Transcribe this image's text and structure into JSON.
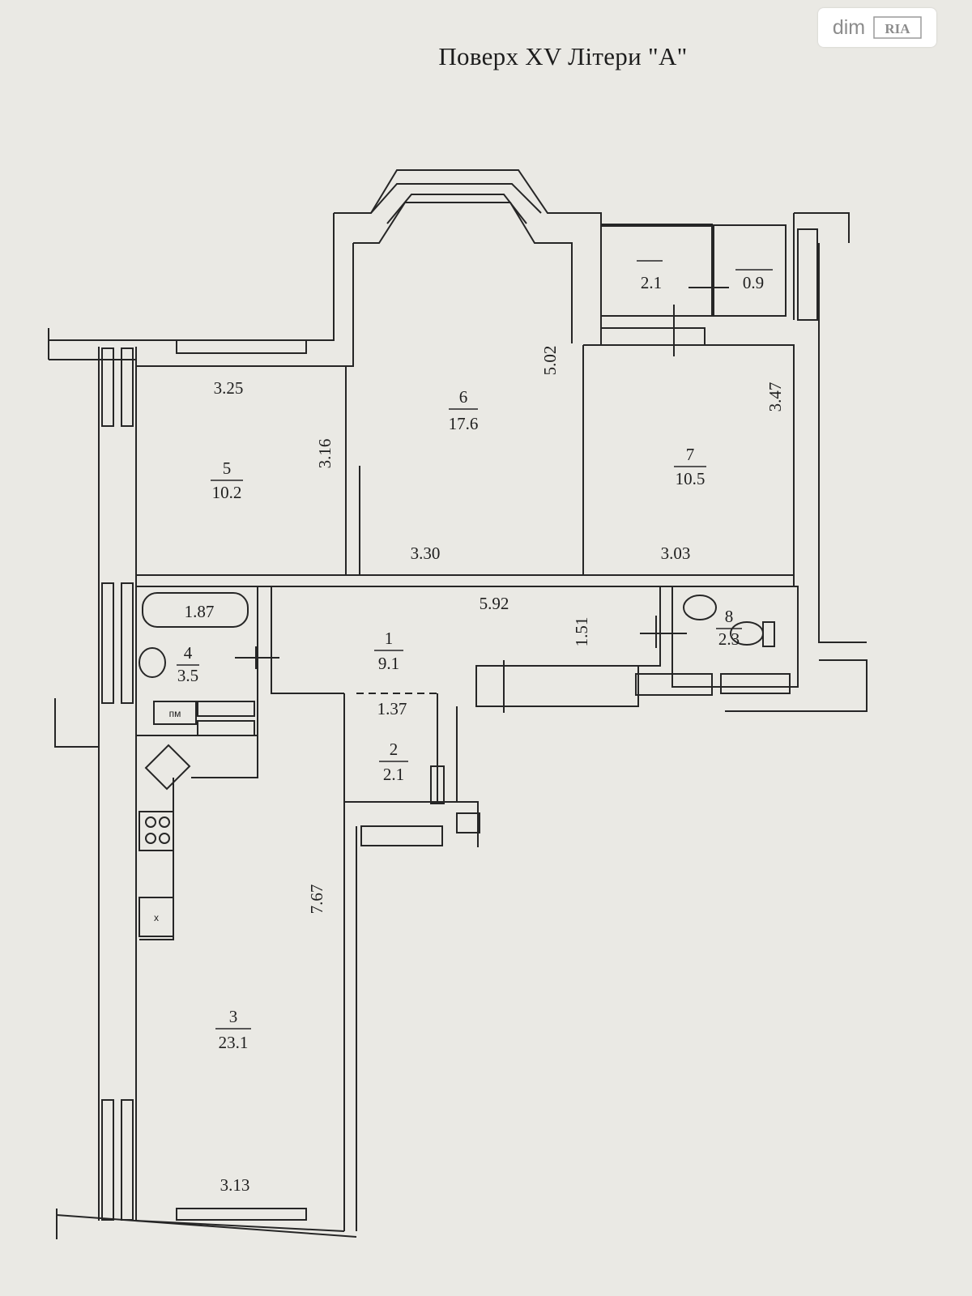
{
  "title": "Поверх XV Літери \"А\"",
  "watermark": {
    "brand": "dim",
    "logo_text": "RIA"
  },
  "colors": {
    "paper": "#eae9e4",
    "ink": "#1e1e1e",
    "watermark": "#8c8c8c"
  },
  "rooms": [
    {
      "number": "1",
      "area": "9.1"
    },
    {
      "number": "2",
      "area": "2.1"
    },
    {
      "number": "3",
      "area": "23.1"
    },
    {
      "number": "4",
      "area": "3.5"
    },
    {
      "number": "5",
      "area": "10.2"
    },
    {
      "number": "6",
      "area": "17.6"
    },
    {
      "number": "7",
      "area": "10.5"
    },
    {
      "number": "8",
      "area": "2.3"
    }
  ],
  "balcony_areas": [
    "2.1",
    "0.9"
  ],
  "dimensions": [
    "3.25",
    "3.16",
    "5.02",
    "3.30",
    "3.47",
    "3.03",
    "5.92",
    "1.51",
    "1.87",
    "1.37",
    "7.67",
    "3.13"
  ],
  "fixture_labels": {
    "meter": "пм",
    "oven": "x"
  }
}
